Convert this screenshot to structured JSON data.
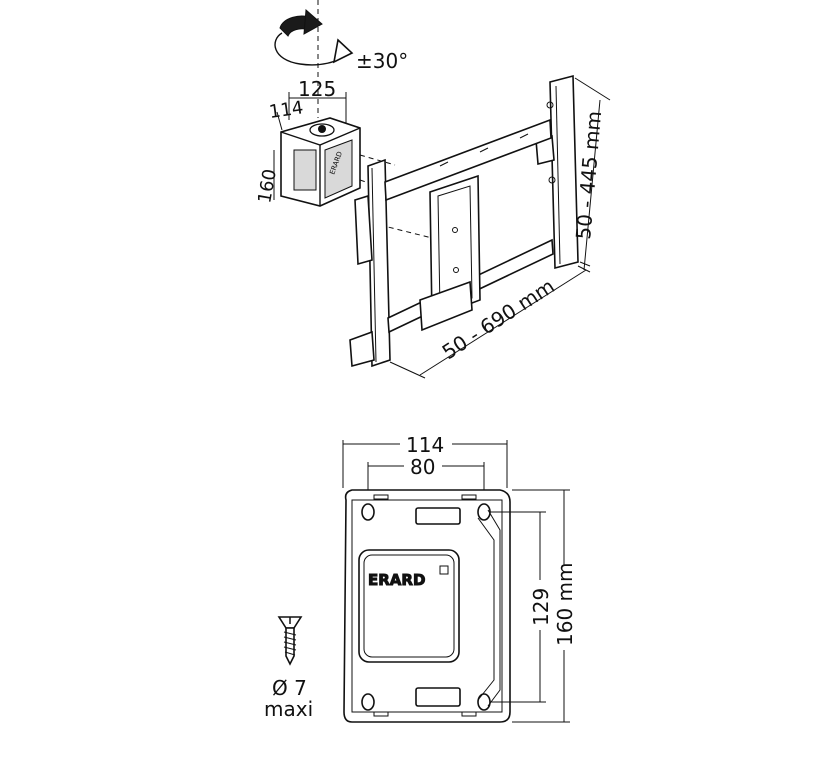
{
  "labels": {
    "rotation": "±30°",
    "arm_width": "125",
    "arm_depth": "114",
    "arm_height": "160",
    "frame_height_range": "50 - 445 mm",
    "frame_width_range": "50 - 690 mm",
    "brand": "ERARD",
    "plate_width": "114",
    "hole_spacing_h": "80",
    "hole_spacing_v": "129",
    "plate_height": "160 mm",
    "screw_diameter": "Ø 7",
    "screw_max": "maxi"
  },
  "icons": [
    "rotation-arrow-icon",
    "screw-icon"
  ],
  "colors": {
    "line": "#111111",
    "fill": "#ffffff"
  }
}
